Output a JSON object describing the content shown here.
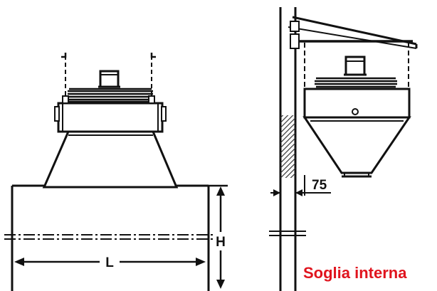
{
  "labels": {
    "width": "L",
    "height": "H",
    "clearance": "75",
    "caption": "Soglia interna"
  },
  "colors": {
    "line": "#111111",
    "caption": "#e0141e",
    "hatch": "#333333"
  }
}
